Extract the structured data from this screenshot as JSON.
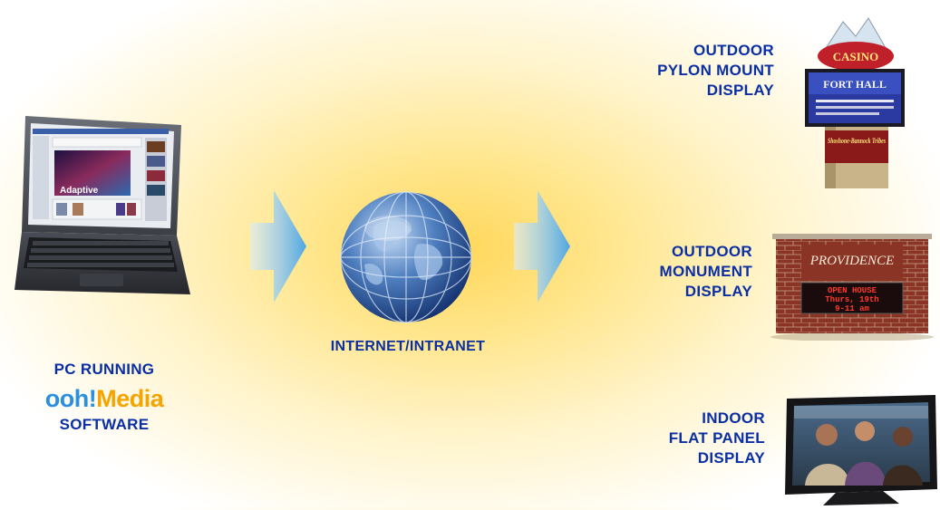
{
  "pc": {
    "line1": "PC RUNNING",
    "logo_ooh": "ooh!",
    "logo_media": "Media",
    "line3": "SOFTWARE",
    "screen_caption": "Adaptive"
  },
  "network": {
    "label": "INTERNET/INTRANET"
  },
  "displays": [
    {
      "lines": [
        "OUTDOOR",
        "PYLON MOUNT",
        "DISPLAY"
      ],
      "sign_top": "CASINO",
      "sign_mid": "FORT HALL",
      "sign_low": "Shoshone-Bannock Tribes"
    },
    {
      "lines": [
        "OUTDOOR",
        "MONUMENT",
        "DISPLAY"
      ],
      "sign_name": "PROVIDENCE",
      "led_text": [
        "OPEN HOUSE",
        "Thurs, 19th",
        "9-11 am"
      ]
    },
    {
      "lines": [
        "INDOOR",
        "FLAT PANEL",
        "DISPLAY"
      ]
    }
  ],
  "colors": {
    "label": "#0a2ea3",
    "ooh": "#2b8fe0",
    "media": "#f5a400",
    "arrow": "#5aaee6"
  }
}
